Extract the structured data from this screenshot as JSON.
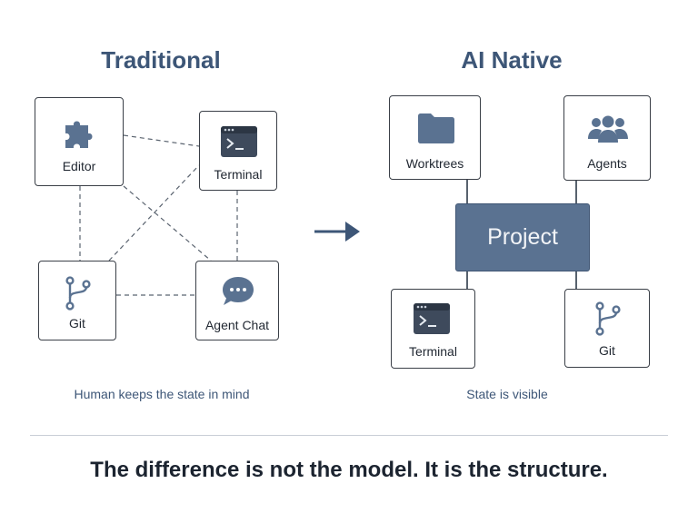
{
  "left_panel": {
    "title": "Traditional",
    "nodes": {
      "editor": "Editor",
      "terminal": "Terminal",
      "git": "Git",
      "agent_chat": "Agent Chat"
    },
    "caption": "Human keeps the state in mind"
  },
  "right_panel": {
    "title": "AI Native",
    "center": "Project",
    "nodes": {
      "worktrees": "Worktrees",
      "agents": "Agents",
      "terminal": "Terminal",
      "git": "Git"
    },
    "caption": "State is visible"
  },
  "tagline": "The difference is not the model. It is the structure.",
  "colors": {
    "accent": "#3d5677",
    "icon": "#5a7291",
    "project_fill": "#5a7291"
  },
  "icons": [
    "puzzle-icon",
    "terminal-icon",
    "git-branch-icon",
    "chat-bubble-icon",
    "folder-icon",
    "people-icon",
    "arrow-right-icon"
  ]
}
